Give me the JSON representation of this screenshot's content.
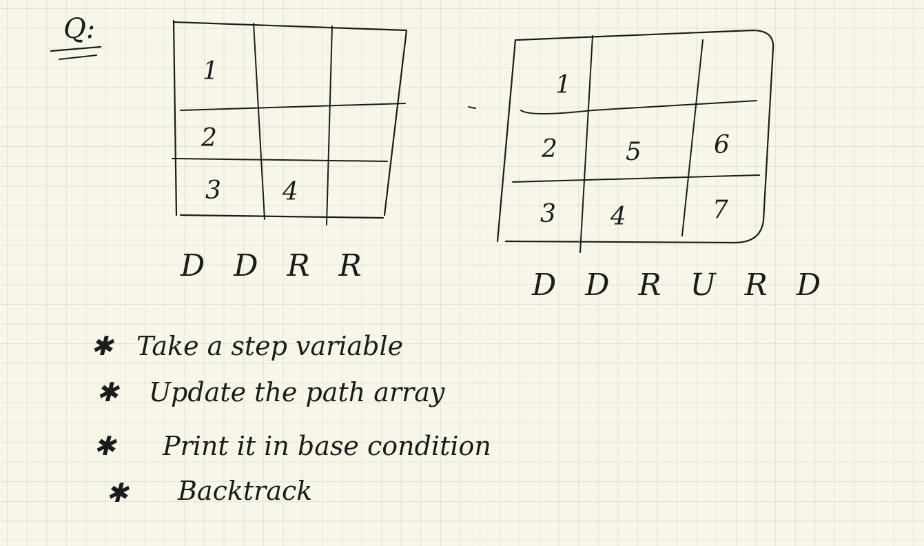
{
  "heading": "Q:",
  "grid_left": {
    "cells": [
      "1",
      "2",
      "3",
      "4"
    ],
    "path": "D D R R"
  },
  "grid_right": {
    "cells": [
      "1",
      "2",
      "5",
      "6",
      "3",
      "4",
      "7"
    ],
    "path": "D D R U R D"
  },
  "notes": [
    {
      "bullet": "✱",
      "text": "Take a step variable"
    },
    {
      "bullet": "✱",
      "text": "Update the path array"
    },
    {
      "bullet": "✱",
      "text": "Print it in base condition"
    },
    {
      "bullet": "✱",
      "text": "Backtrack"
    }
  ],
  "colors": {
    "ink": "#1b1b1b",
    "paper": "#f8f6e9",
    "grid": "#dfe3d6"
  }
}
